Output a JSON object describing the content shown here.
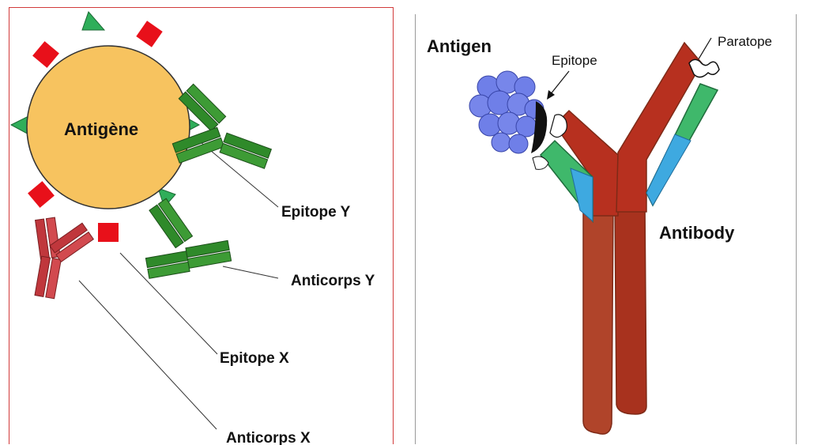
{
  "left_diagram": {
    "antigen_label": "Antigène",
    "epitope_y_label": "Epitope Y",
    "anticorps_y_label": "Anticorps Y",
    "epitope_x_label": "Epitope X",
    "anticorps_x_label": "Anticorps X",
    "colors": {
      "antigen": "#f7c35f",
      "epitope_x": "#e8101a",
      "epitope_y": "#2fae5a",
      "antibody_y": "#2f8a2a",
      "antibody_x": "#c0373c"
    }
  },
  "right_diagram": {
    "antigen_label": "Antigen",
    "epitope_label": "Epitope",
    "paratope_label": "Paratope",
    "antibody_label": "Antibody",
    "colors": {
      "heavy_chain": "#b7301f",
      "light_chain_green": "#3fb86b",
      "light_chain_blue": "#3ea9e0",
      "antigen_blob": "#6f7fe8"
    }
  }
}
